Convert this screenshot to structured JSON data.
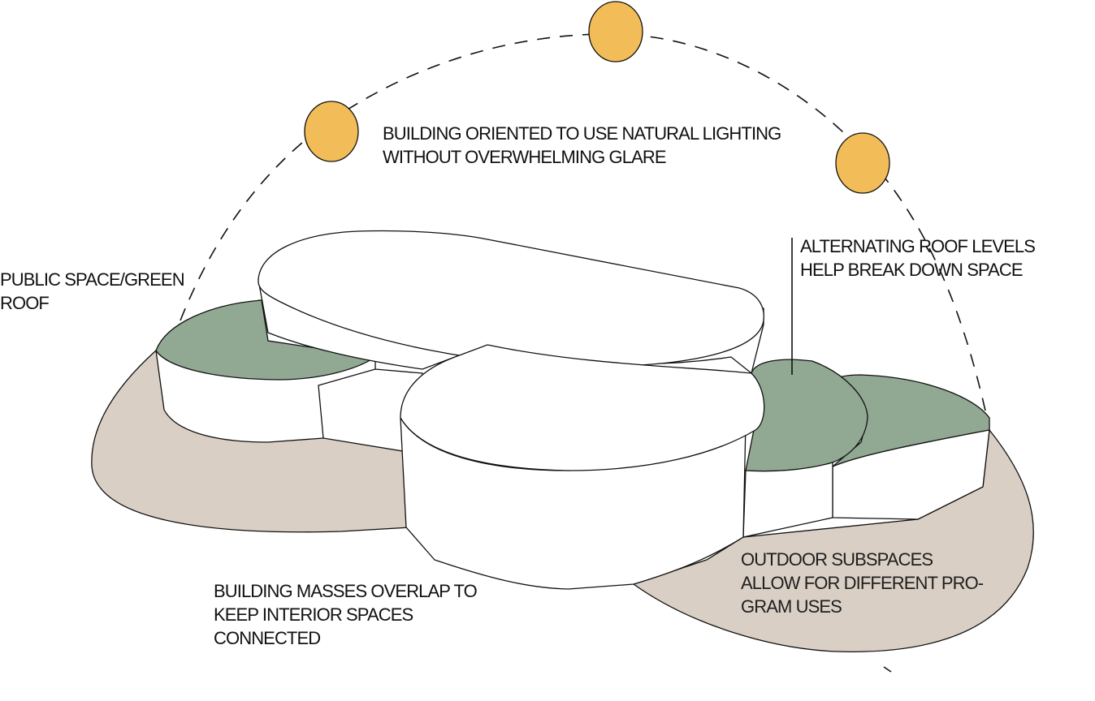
{
  "colors": {
    "sun_fill": "#f2bd58",
    "ground_fill": "#d9cfc5",
    "green_roof_fill": "#91a893",
    "building_fill": "#ffffff",
    "line": "#111111"
  },
  "annotations": {
    "natural_lighting": [
      "BUILDING ORIENTED TO USE NATURAL LIGHTING",
      "WITHOUT OVERWHELMING GLARE"
    ],
    "public_space": [
      "PUBLIC SPACE/GREEN",
      "ROOF"
    ],
    "roof_levels": [
      "ALTERNATING ROOF LEVELS",
      "HELP BREAK DOWN SPACE"
    ],
    "masses_overlap": [
      "BUILDING MASSES OVERLAP TO",
      "KEEP INTERIOR SPACES",
      "CONNECTED"
    ],
    "outdoor_subspaces": [
      "OUTDOOR SUBSPACES",
      "ALLOW FOR DIFFERENT PRO-",
      "GRAM USES"
    ]
  },
  "icons": {
    "sun": "sun-icon",
    "sun_path": "dashed-arc"
  }
}
